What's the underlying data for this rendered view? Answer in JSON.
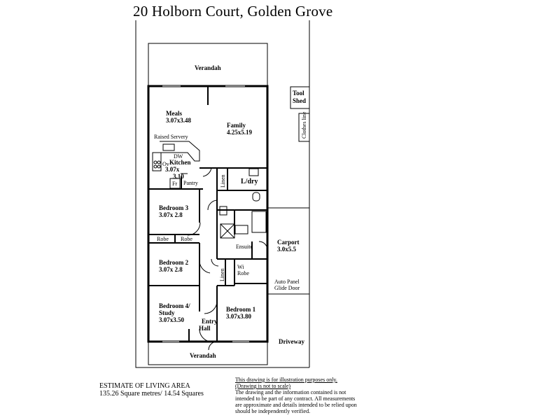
{
  "title": "20 Holborn Court,  Golden Grove",
  "rooms": {
    "verandah_top": "Verandah",
    "verandah_bottom": "Verandah",
    "tool_shed_1": "Tool",
    "tool_shed_2": "Shed",
    "clothes_line": "Clothes line",
    "meals_name": "Meals",
    "meals_size": "3.07x3.48",
    "family_name": "Family",
    "family_size": "4.25x5.19",
    "raised_servery": "Raised Servery",
    "dw": "DW",
    "ov": "Ov",
    "kitchen_name": "Kitchen",
    "kitchen_size_1": "3.07x",
    "kitchen_size_2": "3.10",
    "fr": "Fr",
    "pantry": "Pantry",
    "linen_1": "Linen",
    "laundry": "L/dry",
    "bed3_name": "Bedroom 3",
    "bed3_size": "3.07x 2.8",
    "robe_1": "Robe",
    "robe_2": "Robe",
    "ensuite": "Ensuite",
    "carport_name": "Carport",
    "carport_size": "3.0x5.5",
    "bed2_name": "Bedroom 2",
    "bed2_size": "3.07x 2.8",
    "linen_2": "Linen",
    "wi_robe_1": "Wi",
    "wi_robe_2": "Robe",
    "auto_panel_1": "Auto  Panel",
    "auto_panel_2": "Glide Door",
    "bed4_name_1": "Bedroom 4/",
    "bed4_name_2": "Study",
    "bed4_size": "3.07x3.50",
    "entry_1": "Entry",
    "entry_2": "Hall",
    "bed1_name": "Bedroom 1",
    "bed1_size": "3.07x3.80",
    "driveway": "Driveway"
  },
  "estimate": {
    "heading": "ESTIMATE OF LIVING AREA",
    "value": "135.26 Square metres/  14.54 Squares"
  },
  "disclaimer": {
    "line1": "This drawing is for illustration purposes only.",
    "line2": "(Drawing is not to scale)",
    "body": "The drawing and the information contained is not intended to be part of any contract.   All measurements are approximate and details intended to be relied upon should be independently verified."
  }
}
